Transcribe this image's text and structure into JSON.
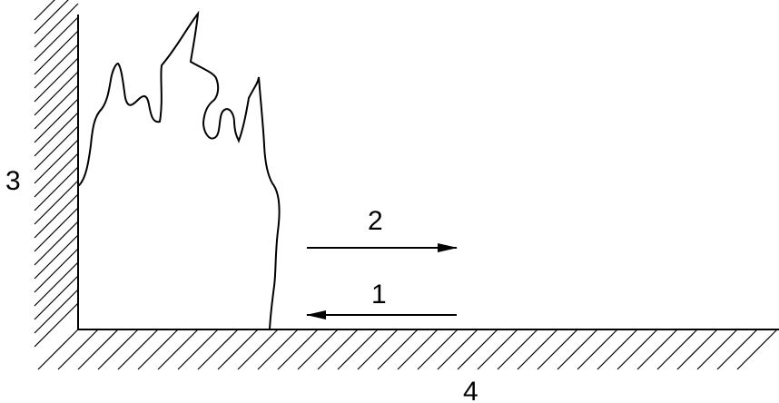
{
  "labels": {
    "wall": "3",
    "floor": "4",
    "arrow_right": "2",
    "arrow_left": "1"
  },
  "colors": {
    "line": "#000000",
    "background": "#ffffff"
  }
}
